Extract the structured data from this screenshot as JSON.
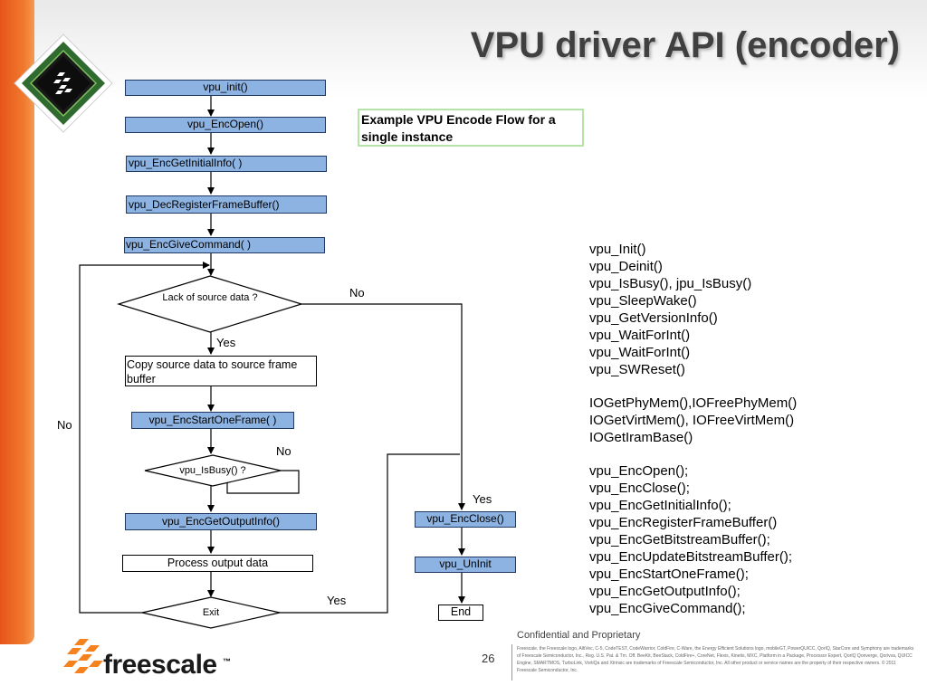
{
  "slide": {
    "title": "VPU driver API (encoder)",
    "note": "Example VPU Encode Flow for a single instance",
    "colors": {
      "accent_orange": "#e8541a",
      "box_blue": "#8db3e2",
      "note_border": "#b6e4a8"
    }
  },
  "flow": {
    "nodes": {
      "init": "vpu_init()",
      "enc_open": "vpu_EncOpen()",
      "get_initial_info": "vpu_EncGetInitialInfo( )",
      "register_fb": "vpu_DecRegisterFrameBuffer()",
      "give_command": "vpu_EncGiveCommand( )",
      "lack_source": "Lack of source data ?",
      "copy_source": "Copy source data to source frame buffer",
      "start_one_frame": "vpu_EncStartOneFrame( )",
      "is_busy": "vpu_IsBusy() ?",
      "get_output_info": "vpu_EncGetOutputInfo()",
      "process_output": "Process output data",
      "exit": "Exit",
      "enc_close": "vpu_EncClose()",
      "uninit": "vpu_UnInit",
      "end": "End"
    },
    "edge_labels": {
      "lack_no": "No",
      "lack_yes": "Yes",
      "loop_no": "No",
      "busy_no": "No",
      "close_yes": "Yes",
      "exit_yes": "Yes"
    }
  },
  "api_list": [
    "vpu_Init()",
    "vpu_Deinit()",
    "vpu_IsBusy(), jpu_IsBusy()",
    "vpu_SleepWake()",
    "vpu_GetVersionInfo()",
    "vpu_WaitForInt()",
    "vpu_WaitForInt()",
    "vpu_SWReset()",
    "",
    "IOGetPhyMem(),IOFreePhyMem()",
    "IOGetVirtMem(), IOFreeVirtMem()",
    "IOGetIramBase()",
    "",
    "vpu_EncOpen();",
    "vpu_EncClose();",
    "vpu_EncGetInitialInfo();",
    "vpu_EncRegisterFrameBuffer()",
    "vpu_EncGetBitstreamBuffer();",
    "vpu_EncUpdateBitstreamBuffer();",
    "vpu_EncStartOneFrame();",
    "vpu_EncGetOutputInfo();",
    "vpu_EncGiveCommand();"
  ],
  "footer": {
    "brand": "freescale",
    "trademark": "™",
    "page_number": "26",
    "confidential": "Confidential and Proprietary",
    "legal": "Freescale, the Freescale logo, AltiVec, C-5, CodeTEST, CodeWarrior, ColdFire, C-Ware, the Energy Efficient Solutions logo, mobileGT, PowerQUICC, QorIQ, StarCore and Symphony are trademarks of Freescale Semiconductor, Inc., Reg. U.S. Pat. & Tm. Off. BeeKit, BeeStack, ColdFire+, CoreNet, Flexis, Kinetis, MXC, Platform in a Package, Processor Expert, QorIQ Qonverge, Qorivva, QUICC Engine, SMARTMOS, TurboLink, VortiQa and Xtrinsic are trademarks of Freescale Semiconductor, Inc. All other product or service names are the property of their respective owners. © 2011 Freescale Semiconductor, Inc."
  }
}
